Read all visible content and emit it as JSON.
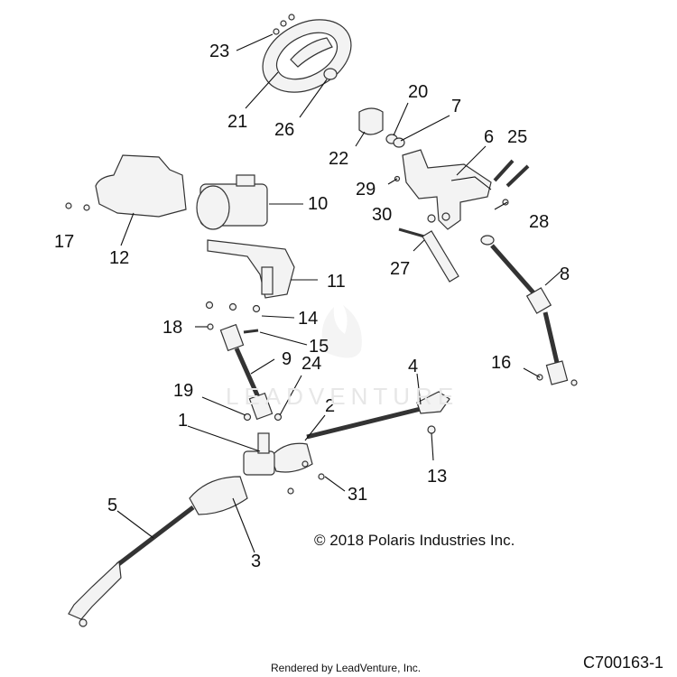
{
  "diagram": {
    "copyright": "© 2018 Polaris Industries Inc.",
    "watermark": "LEADVENTURE",
    "rendered_by": "Rendered by LeadVenture, Inc.",
    "drawing_code": "C700163-1"
  },
  "callouts": [
    {
      "id": "23",
      "text": "23"
    },
    {
      "id": "21",
      "text": "21"
    },
    {
      "id": "26",
      "text": "26"
    },
    {
      "id": "20",
      "text": "20"
    },
    {
      "id": "7",
      "text": "7"
    },
    {
      "id": "22",
      "text": "22"
    },
    {
      "id": "6",
      "text": "6"
    },
    {
      "id": "25",
      "text": "25"
    },
    {
      "id": "29",
      "text": "29"
    },
    {
      "id": "30",
      "text": "30"
    },
    {
      "id": "28",
      "text": "28"
    },
    {
      "id": "10",
      "text": "10"
    },
    {
      "id": "17",
      "text": "17"
    },
    {
      "id": "12",
      "text": "12"
    },
    {
      "id": "11",
      "text": "11"
    },
    {
      "id": "27",
      "text": "27"
    },
    {
      "id": "8",
      "text": "8"
    },
    {
      "id": "14",
      "text": "14"
    },
    {
      "id": "18",
      "text": "18"
    },
    {
      "id": "15",
      "text": "15"
    },
    {
      "id": "9",
      "text": "9"
    },
    {
      "id": "24",
      "text": "24"
    },
    {
      "id": "4",
      "text": "4"
    },
    {
      "id": "16",
      "text": "16"
    },
    {
      "id": "19",
      "text": "19"
    },
    {
      "id": "1",
      "text": "1"
    },
    {
      "id": "2",
      "text": "2"
    },
    {
      "id": "13",
      "text": "13"
    },
    {
      "id": "31",
      "text": "31"
    },
    {
      "id": "5",
      "text": "5"
    },
    {
      "id": "3",
      "text": "3"
    }
  ]
}
